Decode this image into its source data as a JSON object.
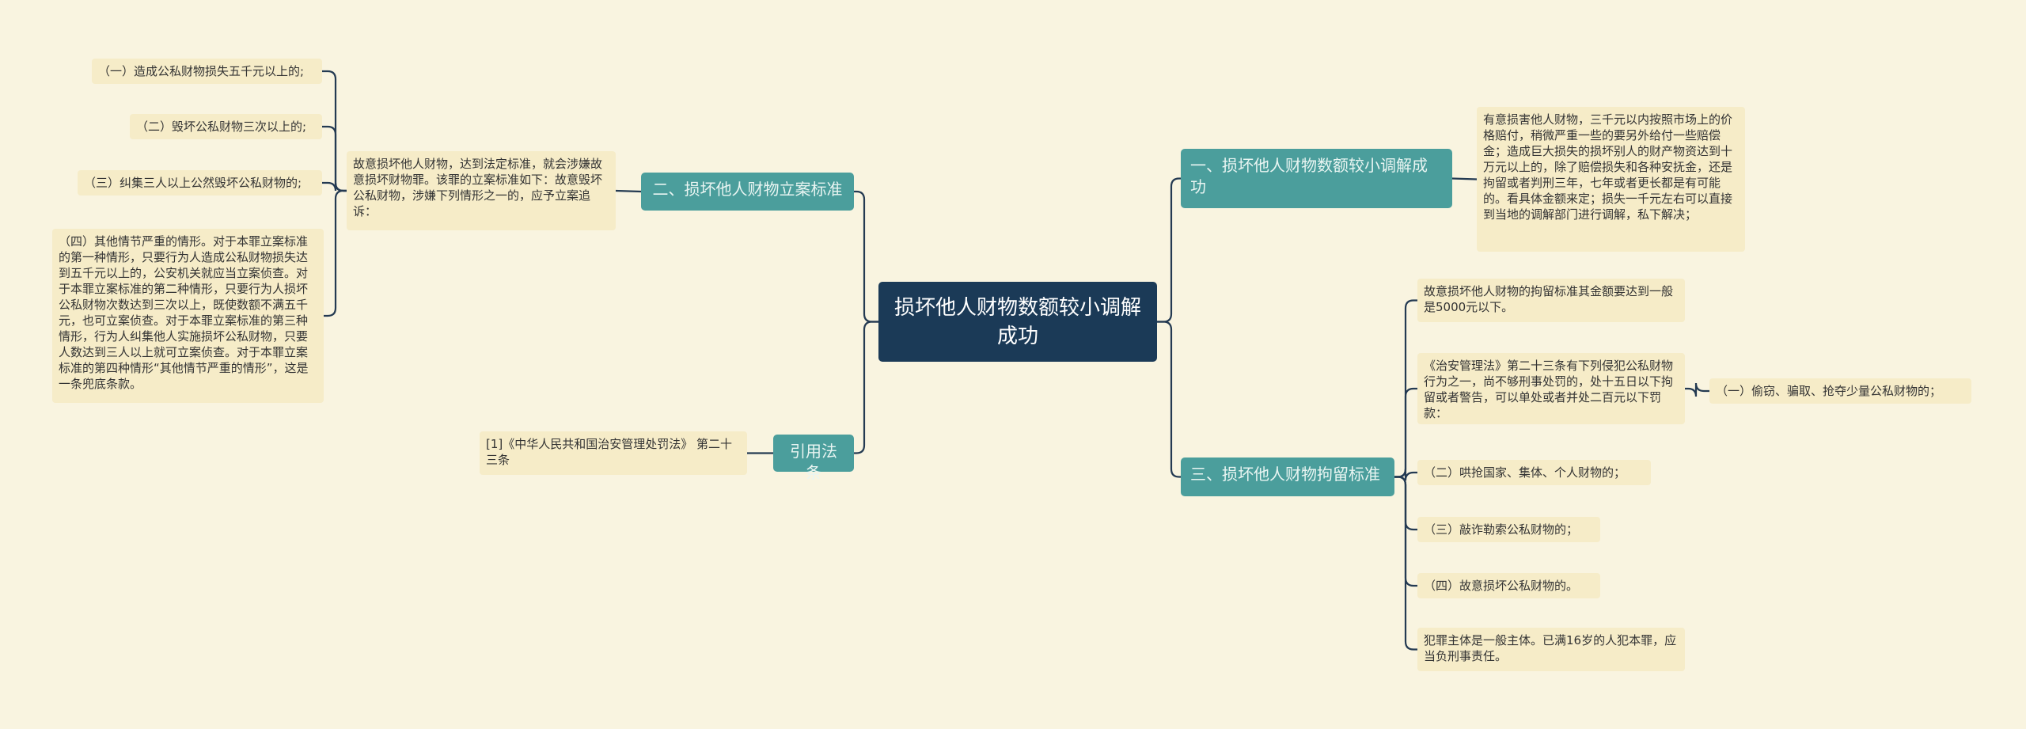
{
  "root": "损坏他人财物数额较小调解成功",
  "left": {
    "branch1": {
      "label": "二、损坏他人财物立案标准",
      "desc": "故意损坏他人财物，达到法定标准，就会涉嫌故意损坏财物罪。该罪的立案标准如下：故意毁坏公私财物，涉嫌下列情形之一的，应予立案追诉：",
      "items": [
        "（一）造成公私财物损失五千元以上的;",
        "（二）毁坏公私财物三次以上的;",
        "（三）纠集三人以上公然毁坏公私财物的;",
        "（四）其他情节严重的情形。对于本罪立案标准的第一种情形，只要行为人造成公私财物损失达到五千元以上的，公安机关就应当立案侦查。对于本罪立案标准的第二种情形，只要行为人损坏公私财物次数达到三次以上，既使数额不满五千元，也可立案侦查。对于本罪立案标准的第三种情形，行为人纠集他人实施损坏公私财物，只要人数达到三人以上就可立案侦查。对于本罪立案标准的第四种情形“其他情节严重的情形”，这是一条兜底条款。"
      ]
    },
    "branch2": {
      "label": "引用法条",
      "desc": "[1]《中华人民共和国治安管理处罚法》 第二十三条"
    }
  },
  "right": {
    "branch1": {
      "label": "一、损坏他人财物数额较小调解成功",
      "desc": "有意损害他人财物，三千元以内按照市场上的价格赔付，稍微严重一些的要另外给付一些赔偿金；造成巨大损失的损坏别人的财产物资达到十万元以上的，除了赔偿损失和各种安抚金，还是拘留或者判刑三年，七年或者更长都是有可能的。看具体金额来定；损失一千元左右可以直接到当地的调解部门进行调解，私下解决；"
    },
    "branch3": {
      "label": "三、损坏他人财物拘留标准",
      "items": [
        "故意损坏他人财物的拘留标准其金额要达到一般是5000元以下。",
        "《治安管理法》第二十三条有下列侵犯公私财物行为之一，尚不够刑事处罚的，处十五日以下拘留或者警告，可以单处或者并处二百元以下罚款：",
        "（二）哄抢国家、集体、个人财物的；",
        "（三）敲诈勒索公私财物的；",
        "（四）故意损坏公私财物的。",
        "犯罪主体是一般主体。已满16岁的人犯本罪，应当负刑事责任。"
      ],
      "sub_item": "（一）偷窃、骗取、抢夺少量公私财物的；"
    }
  },
  "colors": {
    "background": "#f9f4e0",
    "root": "#1b3a57",
    "branch": "#4b9e9c",
    "leaf": "#f6ecc8",
    "connector": "#243a52"
  }
}
